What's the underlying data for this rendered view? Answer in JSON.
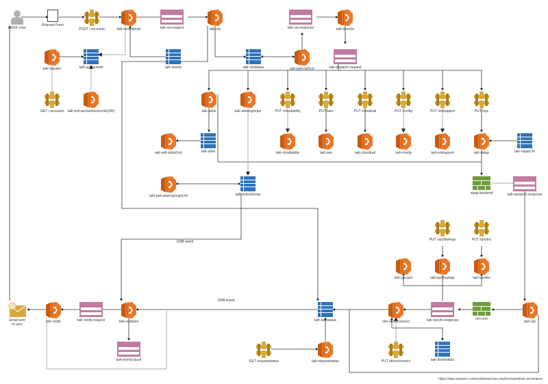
{
  "diagram": {
    "title": "Serverless AWS architecture diagram",
    "source_url": "https://aws.amazon.com/solutions/case-studies/autodesk-serverless/",
    "colors": {
      "lambda": "#E8772A",
      "lambda_dark": "#C75B12",
      "apigw": "#D9A83A",
      "apigw_dark": "#A87E22",
      "dynamodb": "#2E73B8",
      "sqs": "#C27BA0",
      "elb": "#6E9C3A",
      "ses": "#D9A83A",
      "user": "#B0B0B0",
      "edge": "#333333",
      "edge_light": "#BBBBBB"
    },
    "nodes": [
      {
        "id": "adsk-user",
        "type": "user",
        "label": "ADSK User"
      },
      {
        "id": "request-form",
        "type": "form",
        "label": "Request Form"
      },
      {
        "id": "post-accounts",
        "type": "apigw",
        "label": "POST / accounts"
      },
      {
        "id": "tailor-receptionist",
        "type": "lambda",
        "label": "tailr-receptionist"
      },
      {
        "id": "tailor-cla-request",
        "type": "sqs",
        "label": "tailr-cla-request"
      },
      {
        "id": "tailor-cla",
        "type": "lambda",
        "label": "tailr-cla"
      },
      {
        "id": "tailor-cla-response",
        "type": "sqs",
        "label": "tailr-cla-response"
      },
      {
        "id": "tailor-director",
        "type": "lambda",
        "label": "tailr-director"
      },
      {
        "id": "tailor-inquirer",
        "type": "lambda",
        "label": "tailr-inquirer"
      },
      {
        "id": "tailor-accountinfo",
        "type": "dynamodb",
        "label": "tailr-accountinfo"
      },
      {
        "id": "tailor-clients",
        "type": "dynamodb",
        "label": "tailr-clients"
      },
      {
        "id": "tailor-clastatus",
        "type": "dynamodb",
        "label": "tailr-claStatus"
      },
      {
        "id": "tailor-poll-cla",
        "type": "lambda",
        "label": "tailr-poll-cla(1m)"
      },
      {
        "id": "tailor-dispatch-request",
        "type": "sqs",
        "label": "tailr-dispatch-request"
      },
      {
        "id": "get-accounts",
        "type": "apigw",
        "label": "GET / accounts"
      },
      {
        "id": "tailor-poll-accountreconcile",
        "type": "lambda",
        "label": "tailr-poll-accountreconcile(24h)"
      },
      {
        "id": "tailor-adsk",
        "type": "lambda",
        "label": "tailr-adsk"
      },
      {
        "id": "tailor-adsengroups",
        "type": "lambda",
        "label": "tailr-adsengroups"
      },
      {
        "id": "put-cloudability",
        "type": "apigw",
        "label": "PUT /cloudability"
      },
      {
        "id": "put-iam",
        "type": "apigw",
        "label": "PUT /iam"
      },
      {
        "id": "put-cloudtrail",
        "type": "apigw",
        "label": "PUT /cloudtrail"
      },
      {
        "id": "put-config",
        "type": "apigw",
        "label": "PUT /config"
      },
      {
        "id": "put-entsupport",
        "type": "apigw",
        "label": "PUT /entsupport"
      },
      {
        "id": "put-vpc",
        "type": "apigw",
        "label": "PUT /vpc"
      },
      {
        "id": "tailor-poll-adsk",
        "type": "lambda",
        "label": "tailr-poll-adsk(1m)"
      },
      {
        "id": "tailor-adsk-table",
        "type": "dynamodb",
        "label": "tailr-adsk"
      },
      {
        "id": "tailor-cloudability",
        "type": "lambda",
        "label": "tailr-cloudability"
      },
      {
        "id": "tailor-iam",
        "type": "lambda",
        "label": "tailr-iam"
      },
      {
        "id": "tailor-cloudtrail",
        "type": "lambda",
        "label": "tailr-cloudtrail"
      },
      {
        "id": "tailor-config",
        "type": "lambda",
        "label": "tailr-config"
      },
      {
        "id": "tailor-entsupport",
        "type": "lambda",
        "label": "tailr-entsupport"
      },
      {
        "id": "tailor-nipap",
        "type": "lambda",
        "label": "tailr-nipap"
      },
      {
        "id": "tailor-nipapcfn",
        "type": "dynamodb",
        "label": "tailr-nipapCfn"
      },
      {
        "id": "tailor-poll-adsengroup",
        "type": "lambda",
        "label": "tailr-poll-adsengroup(1m)"
      },
      {
        "id": "tailor-activegroup",
        "type": "dynamodb",
        "label": "tailr-activeGroup"
      },
      {
        "id": "nipap-backend",
        "type": "elb",
        "label": "nipap-backend"
      },
      {
        "id": "tailor-nipapcfn-response",
        "type": "sqs",
        "label": "tailr-nipapcfn-response"
      },
      {
        "id": "put-vpcflowlogs",
        "type": "apigw",
        "label": "PUT /vpcflowlogs"
      },
      {
        "id": "put-vpcdns",
        "type": "apigw",
        "label": "PUT /vpcdns"
      },
      {
        "id": "tailor-vpcaxm",
        "type": "lambda",
        "label": "tailr-vpcaxm"
      },
      {
        "id": "tailor-vpcflowlogs",
        "type": "lambda",
        "label": "tailr-vpcflowlogs"
      },
      {
        "id": "tailor-vpcdns",
        "type": "lambda",
        "label": "tailr-vpcdns"
      },
      {
        "id": "email-user",
        "type": "ses",
        "label": "Email sent\nto user"
      },
      {
        "id": "tailor-notify",
        "type": "lambda",
        "label": "tailr-notify"
      },
      {
        "id": "tailor-notify-request",
        "type": "sqs",
        "label": "tailr-notify-request"
      },
      {
        "id": "tailor-validator",
        "type": "lambda",
        "label": "tailr-validator"
      },
      {
        "id": "tailor-taskstatus",
        "type": "dynamodb",
        "label": "tailr-taskstatus"
      },
      {
        "id": "tailor-directconnect",
        "type": "lambda",
        "label": "tailr-directconnect"
      },
      {
        "id": "tailor-vpccfn-response",
        "type": "sqs",
        "label": "tailr-vpccfn-response"
      },
      {
        "id": "cfn-core",
        "type": "elb",
        "label": "cfn-core"
      },
      {
        "id": "tailor-vpc",
        "type": "lambda",
        "label": "tailr-vpc"
      },
      {
        "id": "tailor-events-push",
        "type": "sqs",
        "label": "tailr-events-push"
      },
      {
        "id": "get-requeststatus",
        "type": "apigw",
        "label": "GET /requeststatus"
      },
      {
        "id": "tailor-requeststatus",
        "type": "lambda",
        "label": "tailr-requeststatus"
      },
      {
        "id": "put-directconnect",
        "type": "apigw",
        "label": "PUT /directconnect"
      },
      {
        "id": "tailor-dxinterface",
        "type": "dynamodb",
        "label": "tailr-dxinterface"
      }
    ],
    "edge_labels": [
      {
        "id": "ddb-event-1",
        "label": "DDB event"
      },
      {
        "id": "ddb-event-2",
        "label": "DDB Event"
      }
    ]
  }
}
